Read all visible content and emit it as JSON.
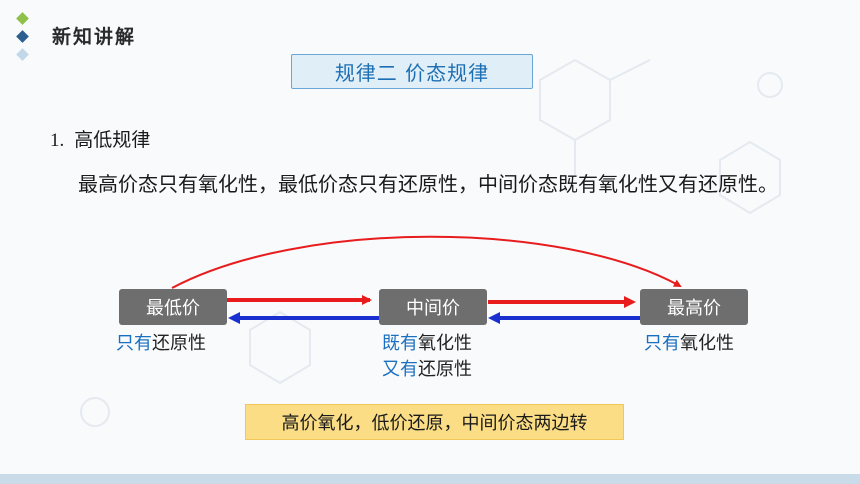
{
  "header": {
    "section_label": "新知讲解"
  },
  "title": "规律二   价态规律",
  "heading": {
    "number": "1.",
    "text": "高低规律"
  },
  "paragraph": "最高价态只有氧化性，最低价态只有还原性，中间价态既有氧化性又有还原性。",
  "diagram": {
    "nodes": {
      "low": "最低价",
      "mid": "中间价",
      "high": "最高价"
    },
    "low_desc": {
      "highlight": "只有",
      "rest": "还原性"
    },
    "mid_desc": {
      "line1_highlight": "既有",
      "line1_rest": "氧化性",
      "line2_highlight": "又有",
      "line2_rest": "还原性"
    },
    "high_desc": {
      "highlight": "只有",
      "rest": "氧化性"
    }
  },
  "summary": "高价氧化，低价还原，中间价态两边转",
  "colors": {
    "red_arrow": "#e81c1c",
    "blue_arrow": "#1a2fd0",
    "highlight_text": "#1a6fc0",
    "title_text": "#1c6fb3"
  }
}
